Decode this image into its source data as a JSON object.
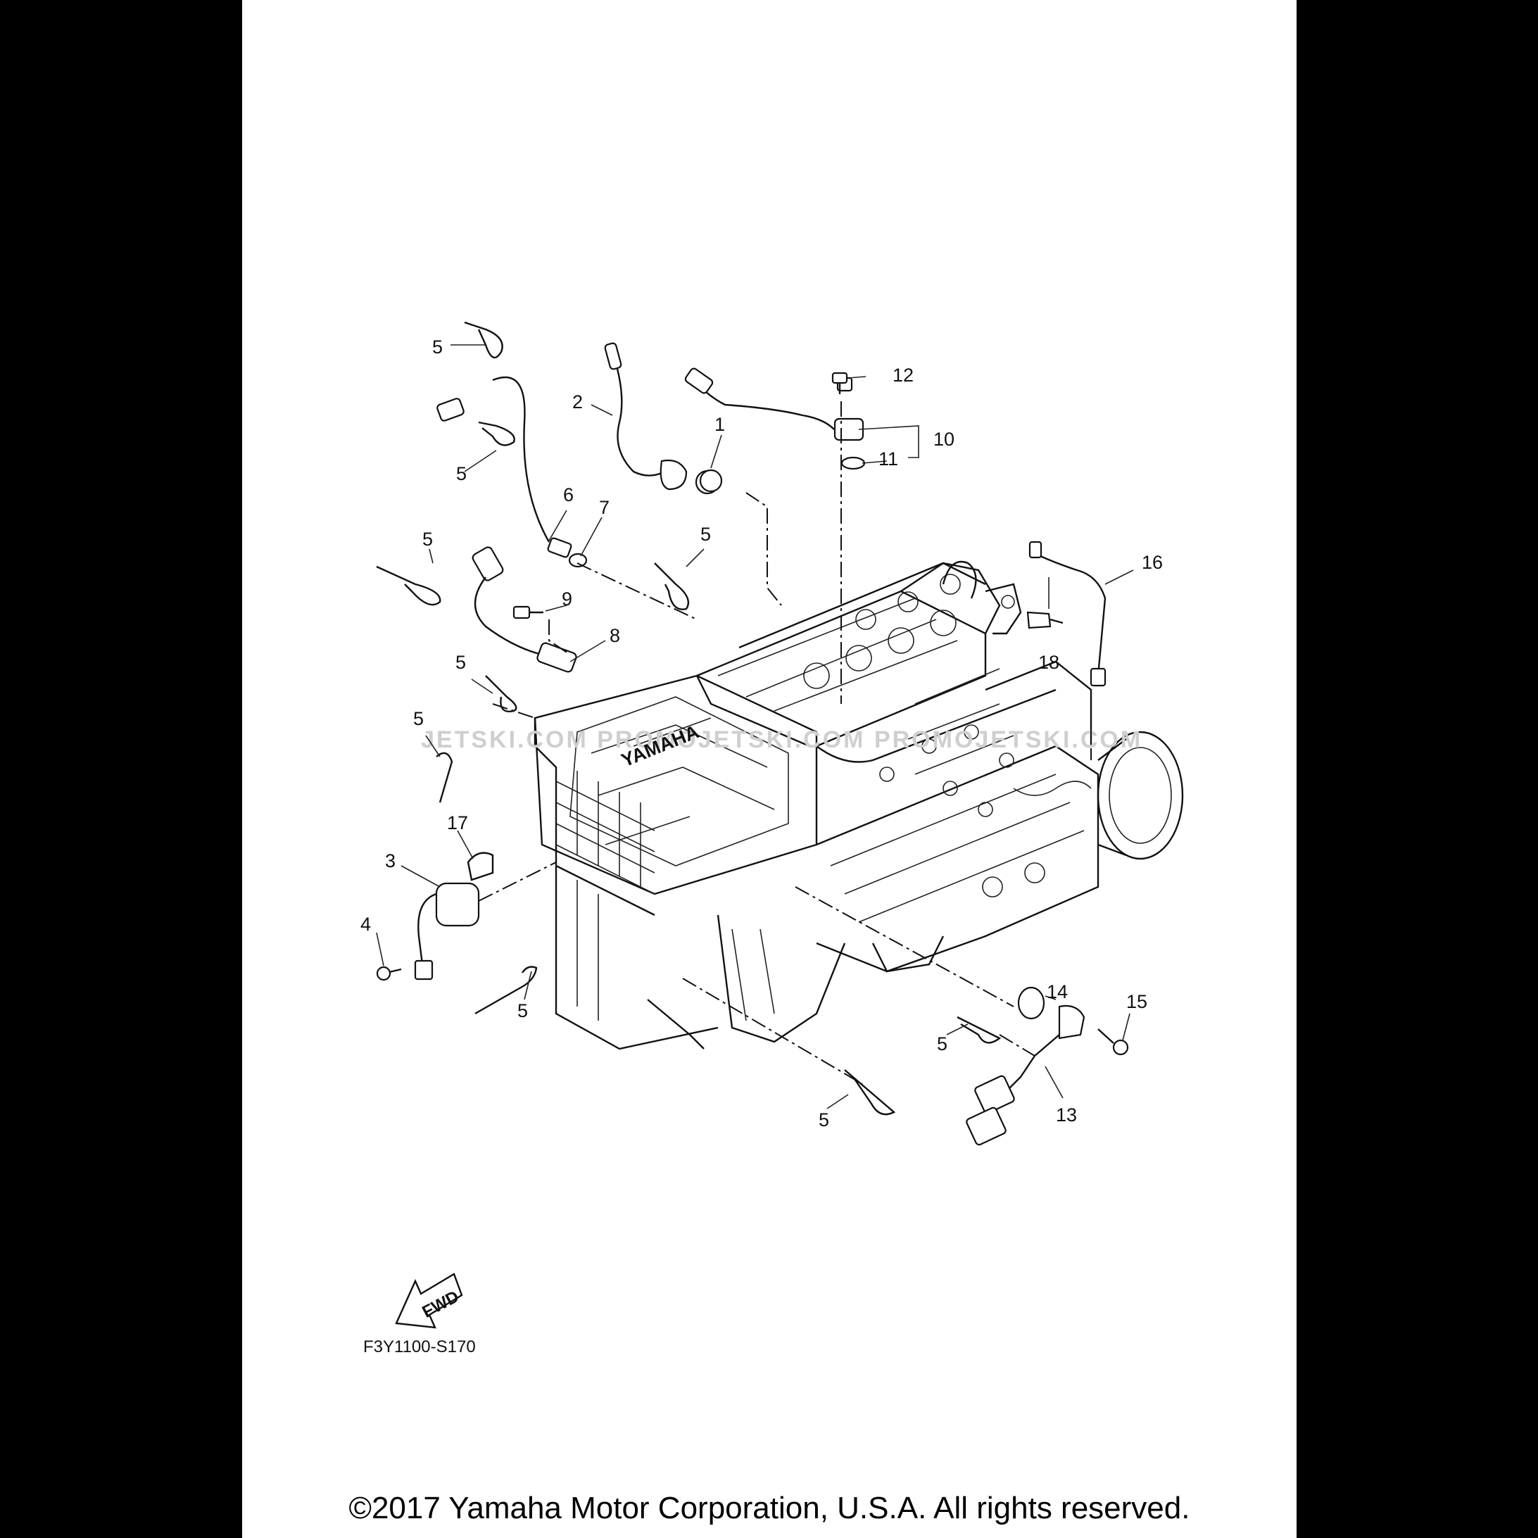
{
  "diagram": {
    "callouts": [
      {
        "id": "c1",
        "text": "1"
      },
      {
        "id": "c2",
        "text": "2"
      },
      {
        "id": "c3",
        "text": "3"
      },
      {
        "id": "c4",
        "text": "4"
      },
      {
        "id": "c5a",
        "text": "5"
      },
      {
        "id": "c5b",
        "text": "5"
      },
      {
        "id": "c5c",
        "text": "5"
      },
      {
        "id": "c5d",
        "text": "5"
      },
      {
        "id": "c5e",
        "text": "5"
      },
      {
        "id": "c5f",
        "text": "5"
      },
      {
        "id": "c5g",
        "text": "5"
      },
      {
        "id": "c5h",
        "text": "5"
      },
      {
        "id": "c5i",
        "text": "5"
      },
      {
        "id": "c6",
        "text": "6"
      },
      {
        "id": "c7",
        "text": "7"
      },
      {
        "id": "c8",
        "text": "8"
      },
      {
        "id": "c9",
        "text": "9"
      },
      {
        "id": "c10",
        "text": "10"
      },
      {
        "id": "c11",
        "text": "11"
      },
      {
        "id": "c12",
        "text": "12"
      },
      {
        "id": "c13",
        "text": "13"
      },
      {
        "id": "c14",
        "text": "14"
      },
      {
        "id": "c15",
        "text": "15"
      },
      {
        "id": "c16",
        "text": "16"
      },
      {
        "id": "c17",
        "text": "17"
      },
      {
        "id": "c18",
        "text": "18"
      }
    ],
    "fwd_label": "FWD",
    "engine_brand_text": "YAMAHA",
    "figure_code": "F3Y1100-S170",
    "watermark": "JETSKI.COM  PROMOJETSKI.COM  PROMOJETSKI.COM"
  },
  "footer": {
    "copyright": "©2017 Yamaha Motor Corporation, U.S.A. All rights reserved."
  }
}
